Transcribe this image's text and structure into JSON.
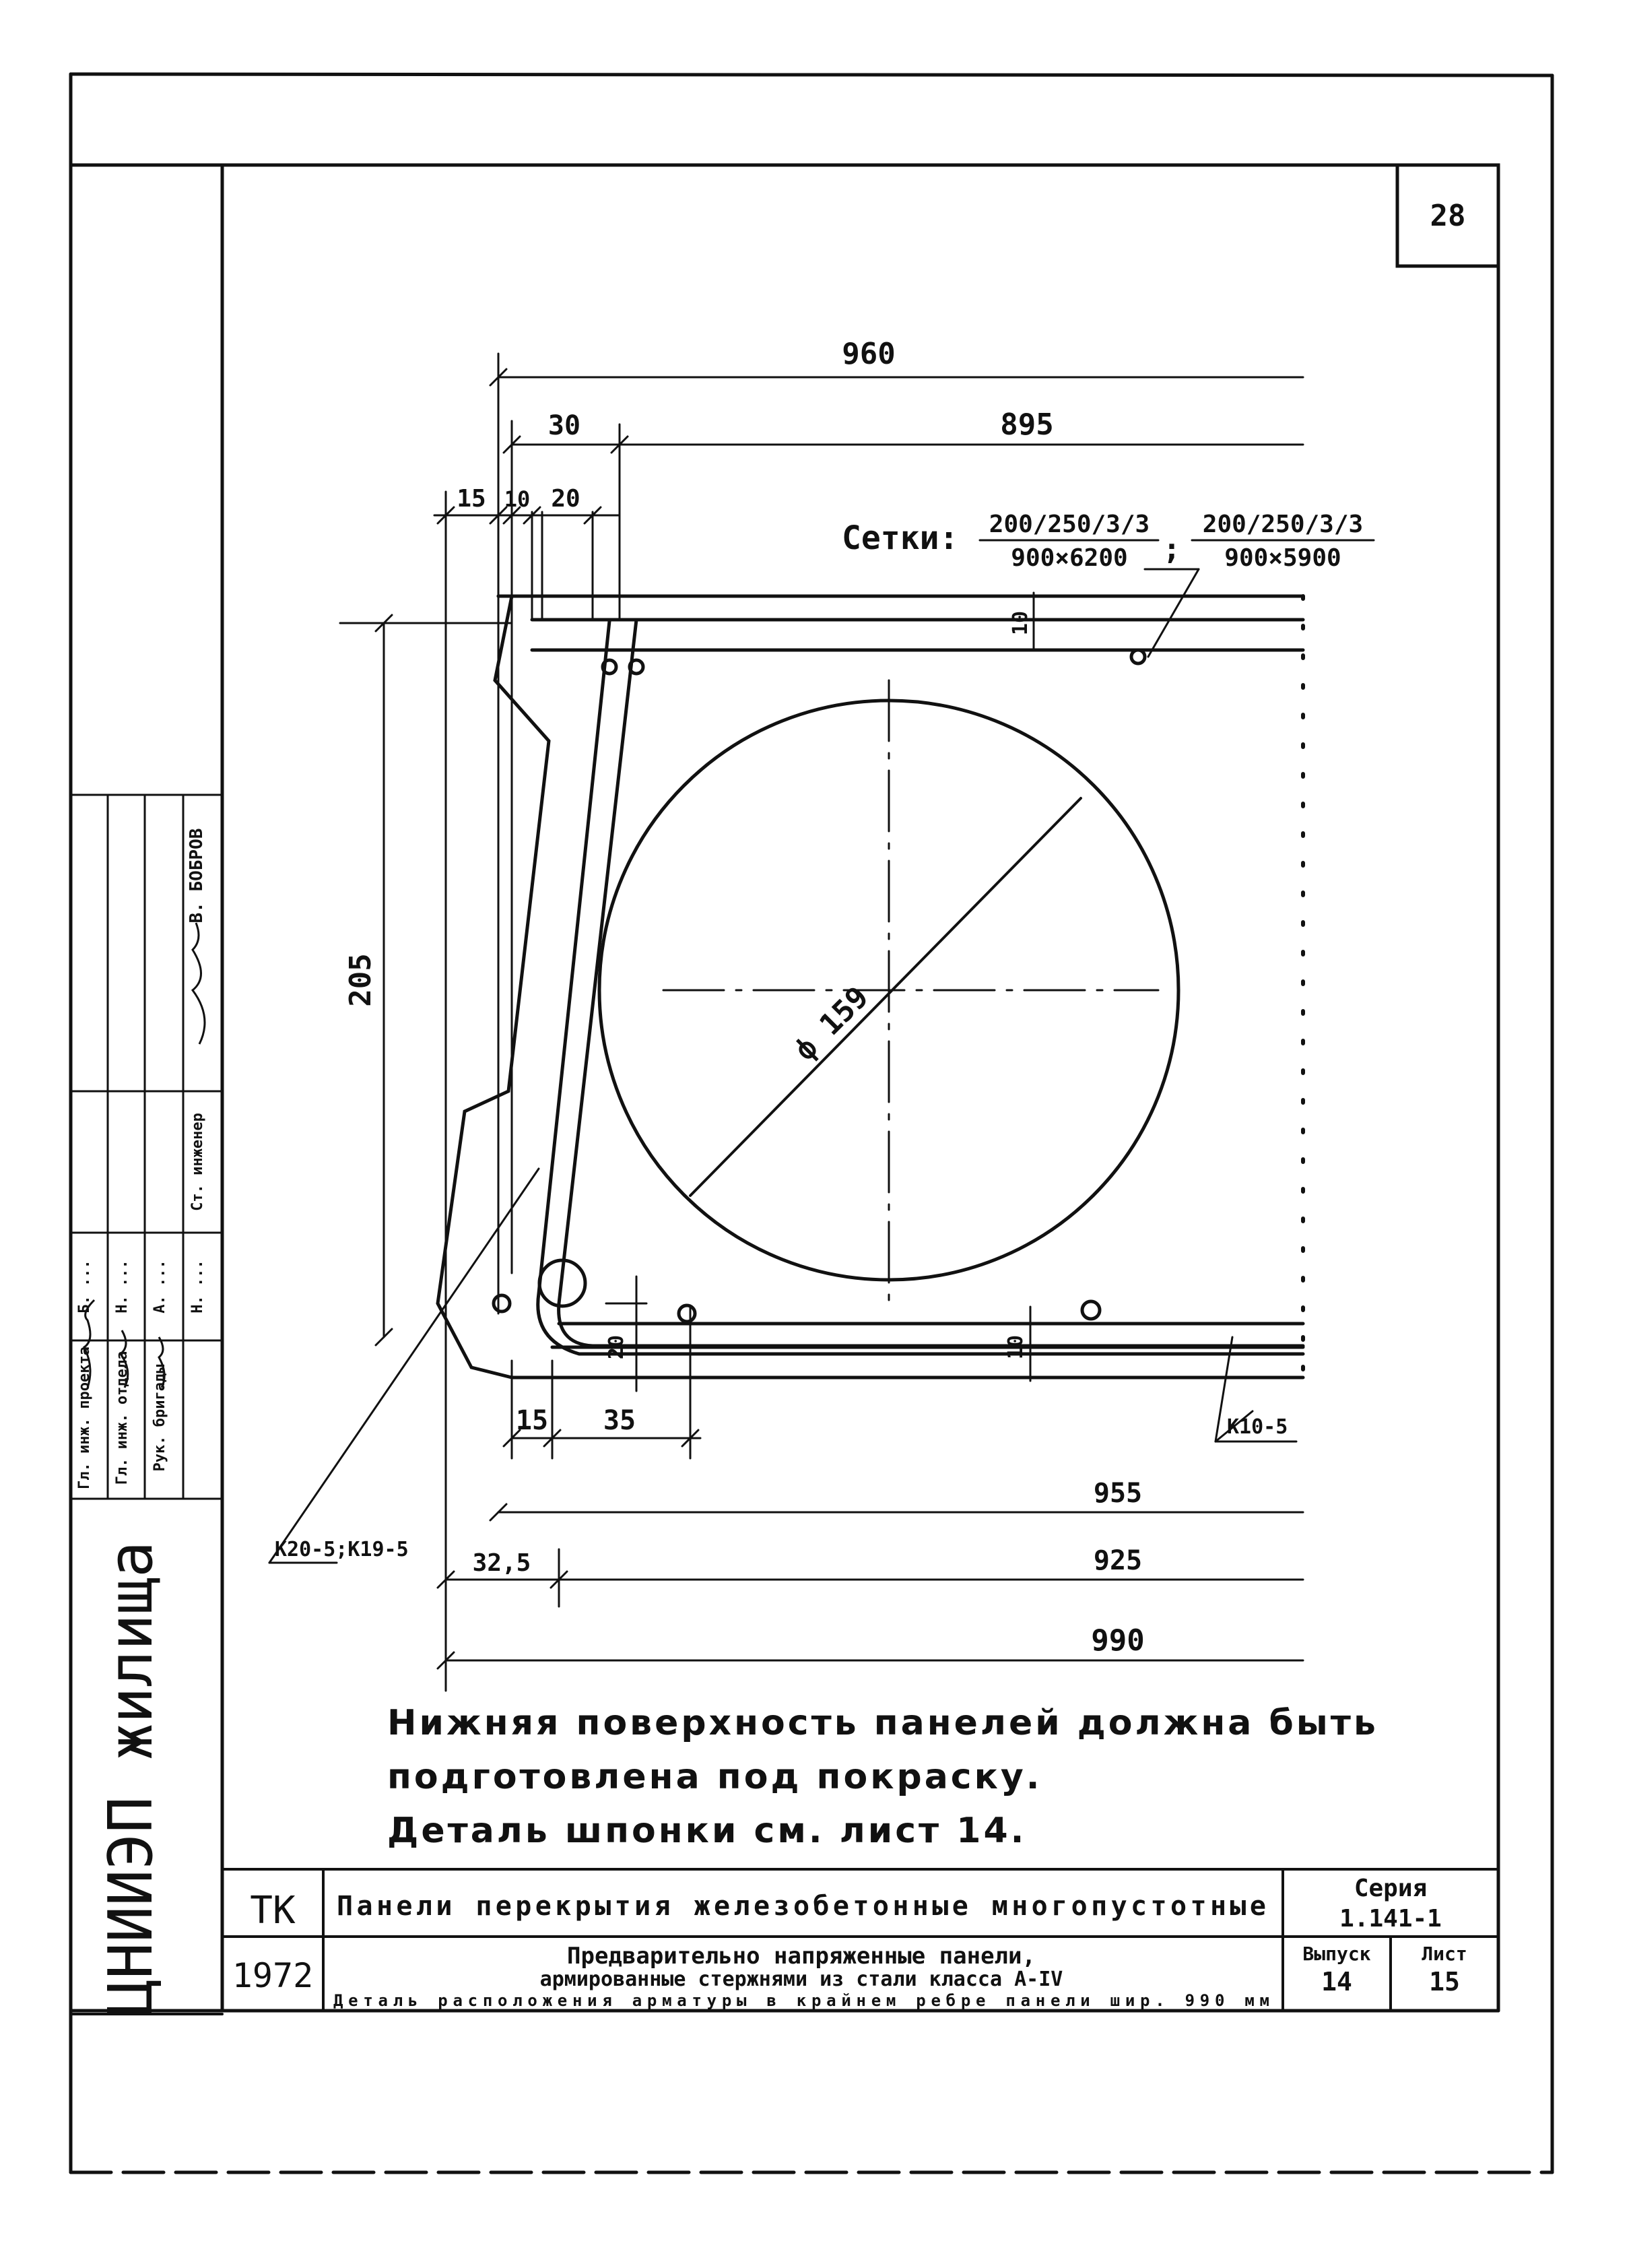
{
  "sheet": {
    "number": "28",
    "logo_text": "ЦНИИЭП жилища"
  },
  "signatures": {
    "roles": [
      "Гл. инж. проекта",
      "Гл. инж. отдела",
      "Рук. бригады",
      "Ст. инженер"
    ],
    "names": [
      "Б. ...",
      "Н. ...",
      "А. ...",
      "Н. ...",
      "В. БОБРОВ"
    ]
  },
  "dimensions": {
    "d960": "960",
    "d30": "30",
    "d895": "895",
    "d15_top": "15",
    "d10_top": "10",
    "d20_top": "20",
    "d10_right_top": "10",
    "d205": "205",
    "d_circle": "ф 159",
    "d20_bottom": "20",
    "d10_right_bottom": "10",
    "d15_bottom": "15",
    "d35": "35",
    "d955": "955",
    "d32_5": "32,5",
    "d925": "925",
    "d990": "990"
  },
  "labels": {
    "setki_prefix": "Сетки:",
    "mesh1_num": "200/250/3/3",
    "mesh1_den": "900×6200",
    "mesh_sep": ";",
    "mesh2_num": "200/250/3/3",
    "mesh2_den": "900×5900",
    "k20": "К20-5;К19-5",
    "k10": "К10-5"
  },
  "notes": [
    "Нижняя поверхность панелей должна быть",
    "подготовлена под покраску.",
    "Деталь шпонки см. лист 14."
  ],
  "title_block": {
    "tk": "ТК",
    "year": "1972",
    "title_main": "Панели перекрытия железобетонные многопустотные",
    "desc_1": "Предварительно напряженные панели,",
    "desc_2": "армированные стержнями из стали класса А-IV",
    "desc_3": "Деталь расположения арматуры в крайнем ребре панели шир. 990 мм",
    "series_label": "Серия",
    "series_value": "1.141-1",
    "issue_label": "Выпуск",
    "issue_value": "14",
    "sheet_label": "Лист",
    "sheet_value": "15"
  }
}
